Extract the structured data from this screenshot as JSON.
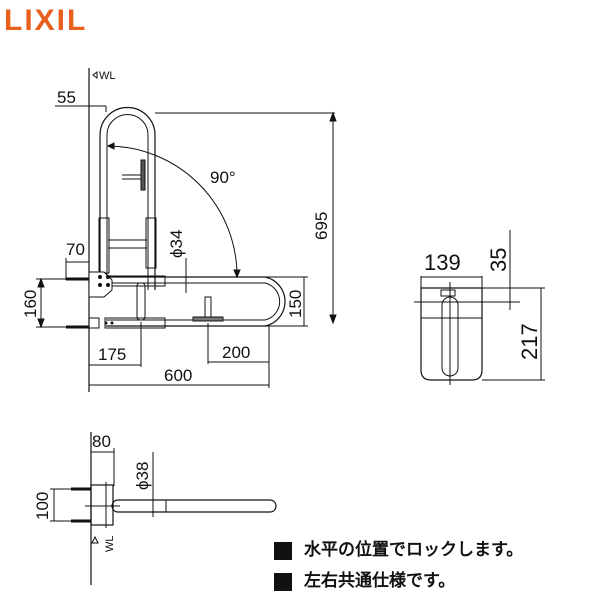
{
  "brand": {
    "logo": "LIXIL",
    "color": "#e8601c"
  },
  "front_view": {
    "wall_label": "WL",
    "dims": {
      "wall_to_bar": "55",
      "bolt_projection": "70",
      "pipe_diameter": "ϕ34",
      "rotation_angle": "90°",
      "height_total": "695",
      "mount_height": "160",
      "bar_spacing": "150",
      "grip_offset": "175",
      "paper_holder_offset": "200",
      "length_total": "600"
    }
  },
  "side_view": {
    "dims": {
      "width": "139",
      "top_offset": "35",
      "height": "217"
    }
  },
  "top_view": {
    "wall_label": "WL",
    "dims": {
      "depth": "80",
      "bolt_spacing": "100",
      "pipe_diameter": "ϕ38"
    }
  },
  "notes": [
    {
      "text": "水平の位置でロックします。"
    },
    {
      "text": "左右共通仕様です。"
    }
  ]
}
